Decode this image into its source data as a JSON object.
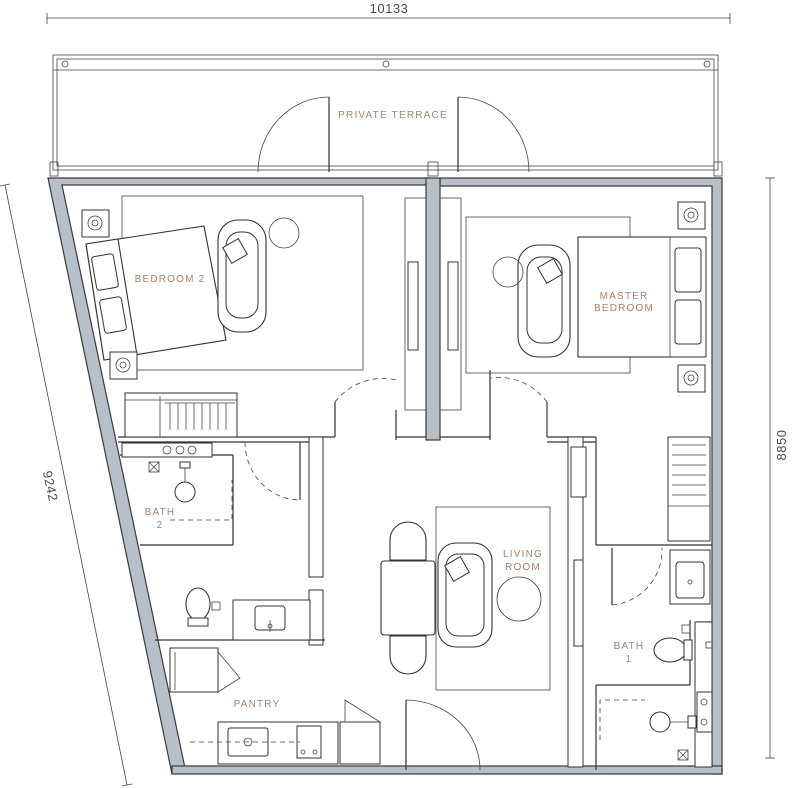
{
  "dimensions": {
    "top": "10133",
    "left": "9242",
    "right": "8850"
  },
  "rooms": {
    "private_terrace": "PRIVATE TERRACE",
    "bedroom2": "BEDROOM 2",
    "master_bedroom_line1": "MASTER",
    "master_bedroom_line2": "BEDROOM",
    "bath2_line1": "BATH",
    "bath2_line2": "2",
    "living_room_line1": "LIVING",
    "living_room_line2": "ROOM",
    "bath1_line1": "BATH",
    "bath1_line2": "1",
    "pantry": "PANTRY"
  },
  "colors": {
    "wall_fill": "#b7c0c8",
    "label": "#a7826a",
    "line": "#333333"
  }
}
